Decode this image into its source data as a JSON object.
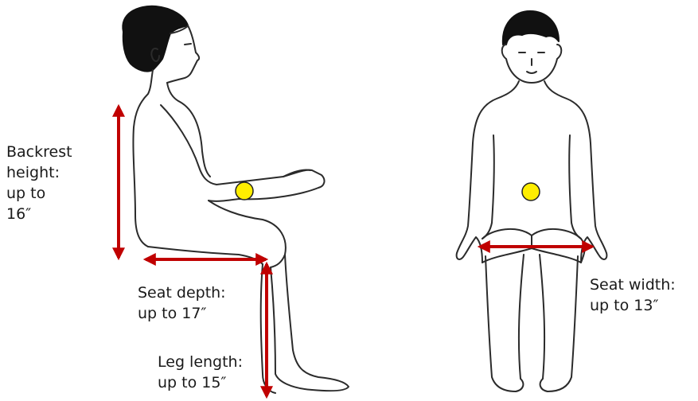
{
  "labels": {
    "backrest": [
      "Backrest",
      "height:",
      "up to",
      "16″"
    ],
    "seat_depth": [
      "Seat depth:",
      "up to 17″"
    ],
    "leg_length": [
      "Leg length:",
      "up to 15″"
    ],
    "seat_width": [
      "Seat width:",
      "up to 13″"
    ]
  },
  "colors": {
    "arrow": "#c00000",
    "dot_fill": "#ffee00",
    "dot_stroke": "#222222",
    "outline": "#2b2b2b",
    "hair": "#111111"
  },
  "figures": [
    "side-view-child-seated",
    "front-view-child-seated"
  ]
}
